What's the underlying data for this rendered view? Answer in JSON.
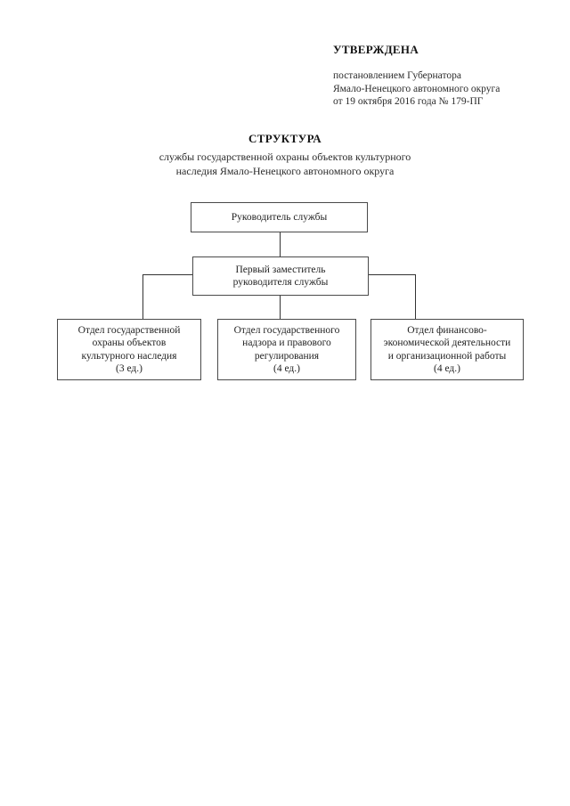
{
  "approval": {
    "title": "УТВЕРЖДЕНА",
    "lines": [
      "постановлением Губернатора",
      "Ямало-Ненецкого автономного округа",
      "от 19 октября 2016 года № 179-ПГ"
    ]
  },
  "document": {
    "title": "СТРУКТУРА",
    "subtitle_lines": [
      "службы государственной охраны объектов культурного",
      "наследия Ямало-Ненецкого автономного округа"
    ]
  },
  "org_chart": {
    "head": {
      "label": "Руководитель службы"
    },
    "deputy": {
      "label": "Первый заместитель\nруководителя службы"
    },
    "departments": [
      {
        "label": "Отдел государственной\nохраны объектов\nкультурного наследия\n(3 ед.)",
        "staff_count": "(3 ед.)"
      },
      {
        "label": "Отдел государственного\nнадзора и правового\nрегулирования\n(4 ед.)",
        "staff_count": "(4 ед.)"
      },
      {
        "label": "Отдел финансово-\nэкономической деятельности\nи организационной работы\n(4 ед.)",
        "staff_count": "(4 ед.)"
      }
    ]
  },
  "colors": {
    "text": "#1a1a1a",
    "border": "#4a4a4a",
    "connector": "#333333",
    "page_background": "#ffffff"
  }
}
